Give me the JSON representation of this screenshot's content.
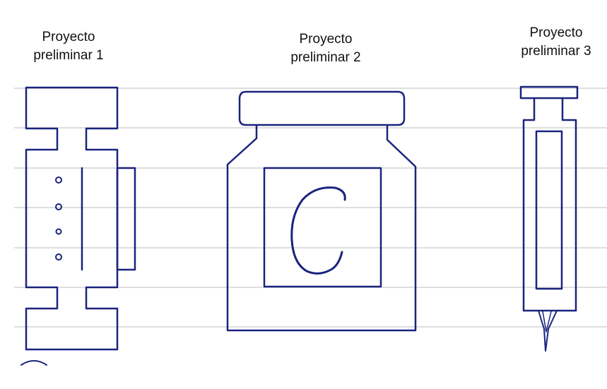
{
  "sketches": [
    {
      "caption_line1": "Proyecto",
      "caption_line2": "preliminar 1",
      "icon": "bandage-like-patch-icon"
    },
    {
      "caption_line1": "Proyecto",
      "caption_line2": "preliminar 2",
      "icon": "jar-with-letter-c-icon",
      "jar_label": "C"
    },
    {
      "caption_line1": "Proyecto",
      "caption_line2": "preliminar 3",
      "icon": "syringe-icon"
    }
  ],
  "colors": {
    "ink": "#1a237e",
    "rule_lines": "#dedede",
    "caption_text": "#111111"
  }
}
